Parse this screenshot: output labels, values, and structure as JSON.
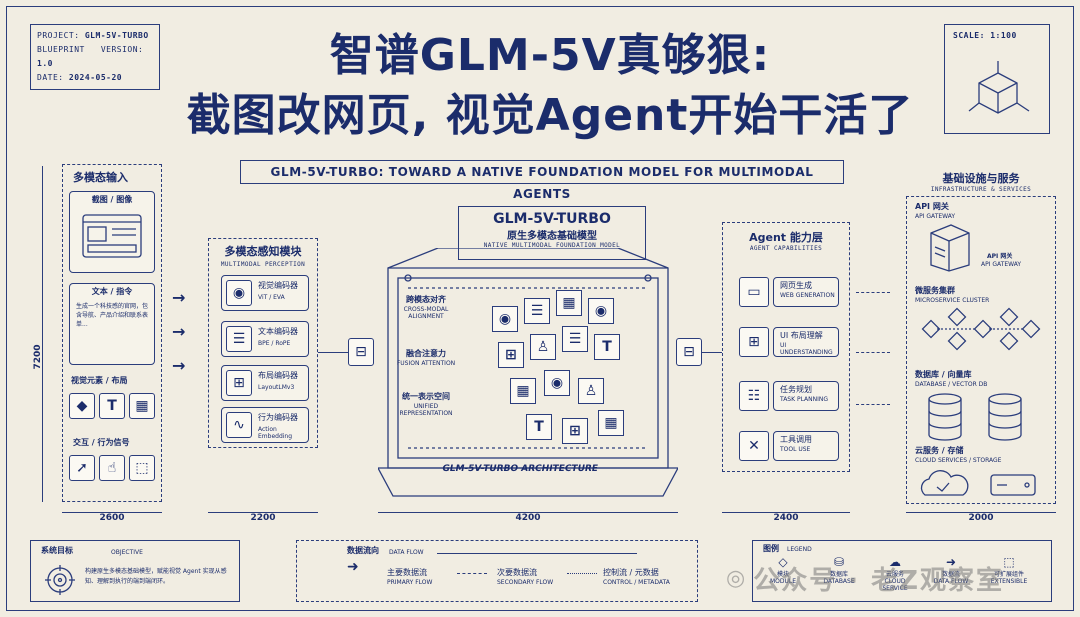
{
  "meta": {
    "project_label": "PROJECT:",
    "project": "GLM-5V-TURBO",
    "blueprint_label": "BLUEPRINT",
    "version_label": "VERSION:",
    "version": "1.0",
    "date_label": "DATE:",
    "date": "2024-05-20",
    "scale": "SCALE: 1:100"
  },
  "title": {
    "line1": "智谱GLM-5V真够狠:",
    "line2": "截图改网页, 视觉Agent开始干活了",
    "ribbon": "GLM-5V-TURBO: TOWARD A NATIVE FOUNDATION MODEL FOR MULTIMODAL AGENTS"
  },
  "input": {
    "title": "多模态输入",
    "screenshot": "截图 / 图像",
    "text_title": "文本 / 指令",
    "text_body": "生成一个科技感的官网，包含导航、产品介绍和联系表单...",
    "ellipsis": "...",
    "visual_title": "视觉元素 / 布局",
    "interact_title": "交互 / 行为信号",
    "height_dim": "7200",
    "width_dim": "2600"
  },
  "perception": {
    "title": "多模态感知模块",
    "sub": "MULTIMODAL PERCEPTION",
    "modules": [
      {
        "name": "视觉编码器",
        "sub": "ViT / EVA"
      },
      {
        "name": "文本编码器",
        "sub": "BPE / RoPE"
      },
      {
        "name": "布局编码器",
        "sub": "LayoutLMv3"
      },
      {
        "name": "行为编码器",
        "sub": "Action Embedding"
      }
    ],
    "width_dim": "2200"
  },
  "core": {
    "title": "GLM-5V-TURBO",
    "cn": "原生多模态基础模型",
    "sub": "NATIVE MULTIMODAL FOUNDATION MODEL",
    "labels": [
      {
        "cn": "跨模态对齐",
        "en": "CROSS-MODAL ALIGNMENT"
      },
      {
        "cn": "融合注意力",
        "en": "FUSION ATTENTION"
      },
      {
        "cn": "统一表示空间",
        "en": "UNIFIED REPRESENTATION"
      }
    ],
    "base": "GLM-5V-TURBO ARCHITECTURE",
    "width_dim": "4200"
  },
  "agent": {
    "title": "Agent 能力层",
    "sub": "AGENT CAPABILITIES",
    "items": [
      {
        "name": "网页生成",
        "sub": "WEB GENERATION"
      },
      {
        "name": "UI 布局理解",
        "sub": "UI UNDERSTANDING"
      },
      {
        "name": "任务规划",
        "sub": "TASK PLANNING"
      },
      {
        "name": "工具调用",
        "sub": "TOOL USE"
      }
    ],
    "width_dim": "2400"
  },
  "infra": {
    "title": "基础设施与服务",
    "sub": "INFRASTRUCTURE & SERVICES",
    "gateway": {
      "name": "API 网关",
      "sub": "API GATEWAY",
      "side": "API 网关",
      "side_sub": "API GATEWAY"
    },
    "cluster": {
      "name": "微服务集群",
      "sub": "MICROSERVICE CLUSTER"
    },
    "db": {
      "name": "数据库 / 向量库",
      "sub": "DATABASE / VECTOR DB"
    },
    "cloud": {
      "name": "云服务 / 存储",
      "sub": "CLOUD SERVICES / STORAGE"
    },
    "width_dim": "2000"
  },
  "footer": {
    "objective_title": "系统目标",
    "objective_sub": "OBJECTIVE",
    "objective_text": "构建原生多模态基础模型，赋能视觉 Agent 实现从感知、理解到执行的端到端闭环。",
    "flow_title": "数据流向",
    "flow_sub": "DATA FLOW",
    "flows": [
      {
        "name": "主要数据流",
        "sub": "PRIMARY FLOW"
      },
      {
        "name": "次要数据流",
        "sub": "SECONDARY FLOW"
      },
      {
        "name": "控制流 / 元数据",
        "sub": "CONTROL / METADATA"
      }
    ],
    "legend_title": "图例",
    "legend_sub": "LEGEND",
    "legend": [
      {
        "name": "模块",
        "sub": "MODULE"
      },
      {
        "name": "数据库",
        "sub": "DATABASE"
      },
      {
        "name": "云服务",
        "sub": "CLOUD SERVICE"
      },
      {
        "name": "数据流",
        "sub": "DATA FLOW"
      },
      {
        "name": "可扩展组件",
        "sub": "EXTENSIBLE"
      }
    ],
    "watermark": "公众号 · 老Z观察室"
  },
  "colors": {
    "ink": "#1b2c6b",
    "paper": "#f1ede2"
  }
}
